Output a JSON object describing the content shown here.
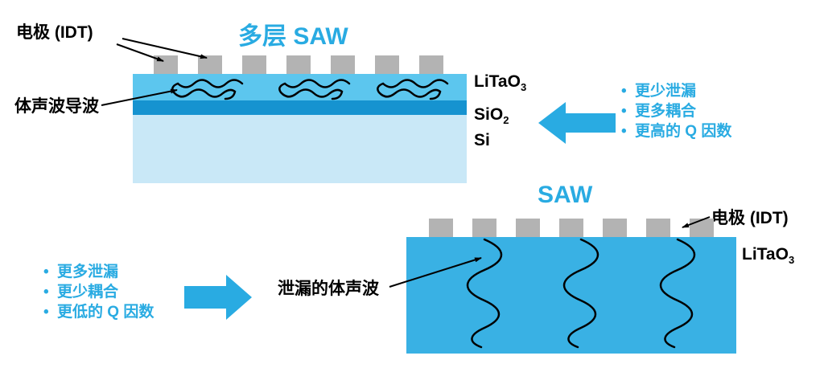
{
  "colors": {
    "accent": "#29ABE2",
    "electrode_gray": "#B3B3B3",
    "litao3_layer": "#5CC6EE",
    "sio2_layer": "#1693D0",
    "si_layer": "#C9E8F7",
    "saw_block": "#39B1E4",
    "wave_stroke": "#000000"
  },
  "top_diagram": {
    "title": "多层 SAW",
    "electrode_label": "电极 (IDT)",
    "wave_label": "体声波导波",
    "layer_labels": [
      {
        "text": "LiTaO",
        "sub": "3"
      },
      {
        "text": "SiO",
        "sub": "2"
      },
      {
        "text": "Si",
        "sub": ""
      }
    ],
    "benefits": [
      "更少泄漏",
      "更多耦合",
      "更高的 Q 因数"
    ]
  },
  "bottom_diagram": {
    "title": "SAW",
    "electrode_label": "电极 (IDT)",
    "wave_label": "泄漏的体声波",
    "material_label": {
      "text": "LiTaO",
      "sub": "3"
    },
    "drawbacks": [
      "更多泄漏",
      "更少耦合",
      "更低的 Q 因数"
    ]
  }
}
